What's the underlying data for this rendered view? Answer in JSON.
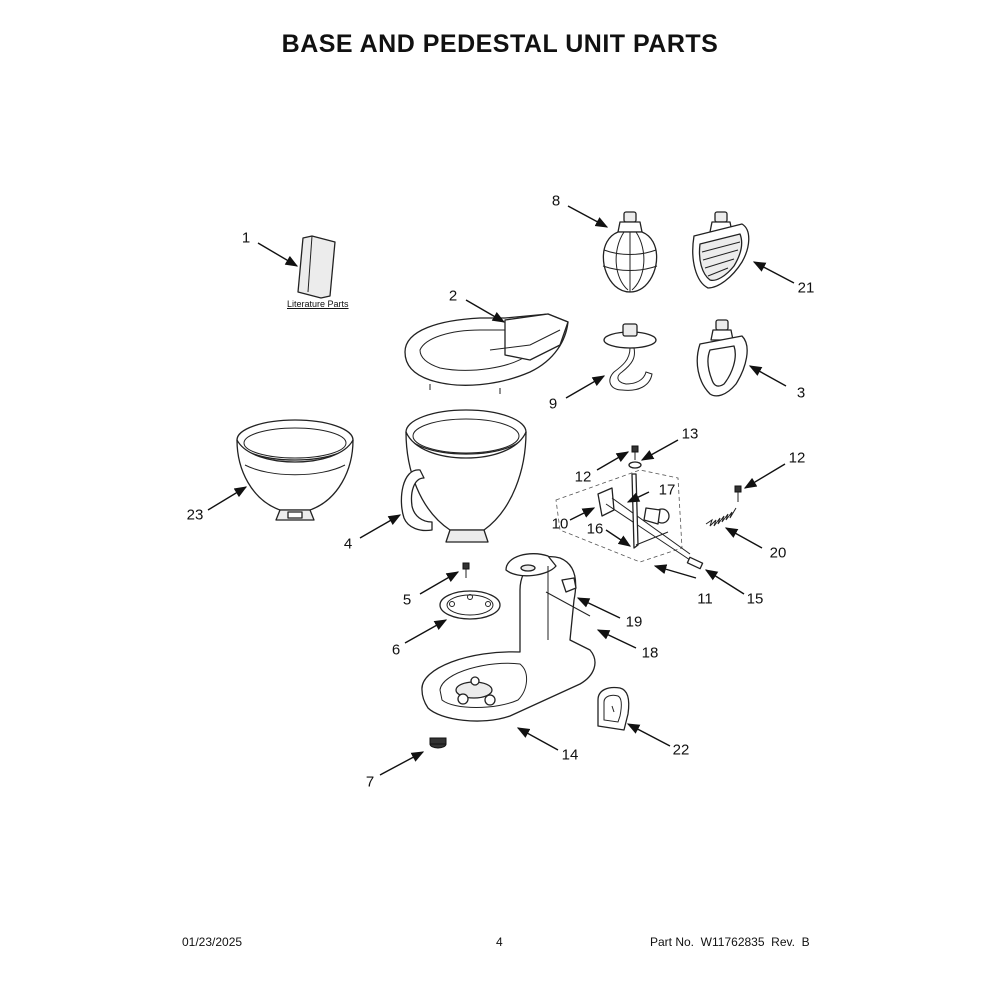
{
  "title": "BASE AND PEDESTAL UNIT PARTS",
  "literature_label": "Literature Parts",
  "callouts": {
    "c1": "1",
    "c2": "2",
    "c3": "3",
    "c4": "4",
    "c5": "5",
    "c6": "6",
    "c7": "7",
    "c8": "8",
    "c9": "9",
    "c10": "10",
    "c11": "11",
    "c12a": "12",
    "c12b": "12",
    "c13": "13",
    "c14": "14",
    "c15": "15",
    "c16": "16",
    "c17": "17",
    "c18": "18",
    "c19": "19",
    "c20": "20",
    "c21": "21",
    "c22": "22",
    "c23": "23"
  },
  "footer": {
    "date": "01/23/2025",
    "page": "4",
    "part_number": "Part No.  W11762835  Rev.  B"
  }
}
